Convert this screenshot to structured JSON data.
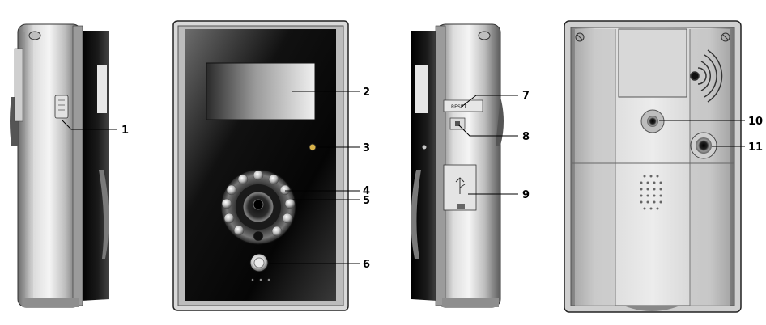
{
  "callouts": [
    {
      "id": "1"
    },
    {
      "id": "2"
    },
    {
      "id": "3"
    },
    {
      "id": "4"
    },
    {
      "id": "5"
    },
    {
      "id": "6"
    },
    {
      "id": "7"
    },
    {
      "id": "8"
    },
    {
      "id": "9"
    },
    {
      "id": "10"
    },
    {
      "id": "11"
    }
  ],
  "side_right": {
    "reset_text": "RESET"
  }
}
